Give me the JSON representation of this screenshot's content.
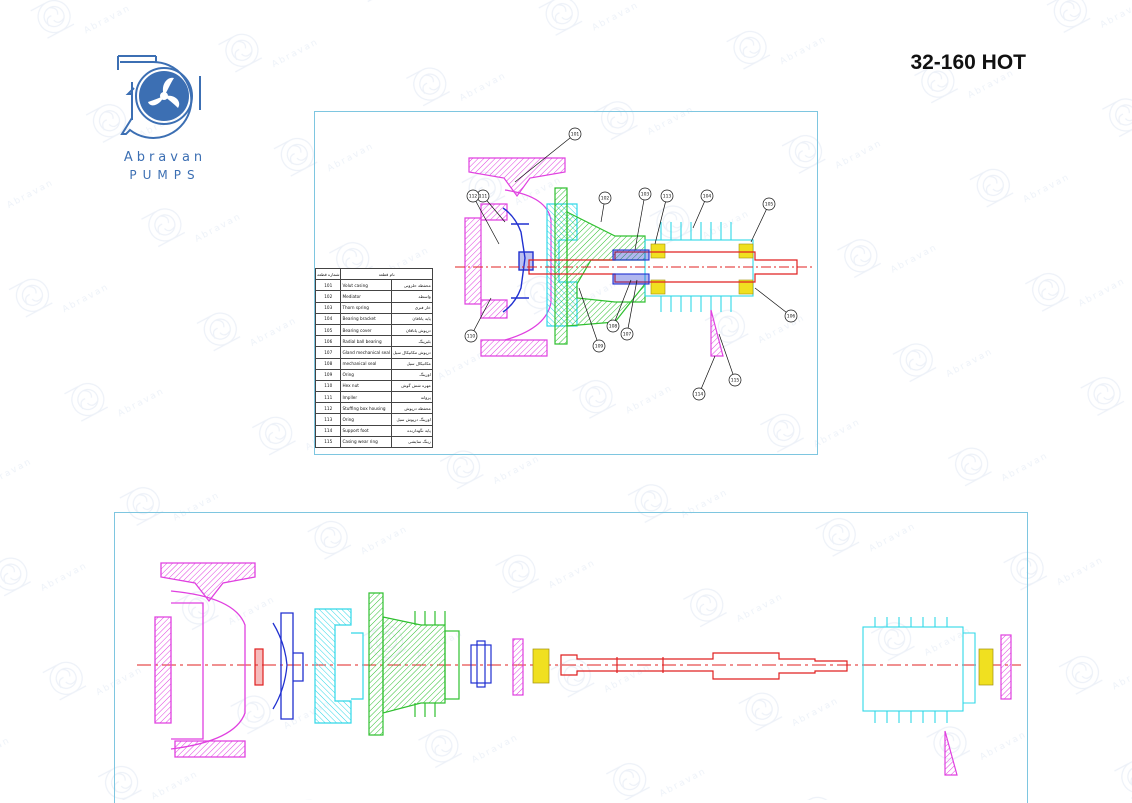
{
  "brand": {
    "name": "Abravan",
    "sub": "PUMPS"
  },
  "title": "32-160 HOT",
  "parts_table": {
    "headers": [
      "شماره قطعه",
      "نام قطعه"
    ],
    "rows": [
      {
        "no": "101",
        "en": "Volut casing",
        "fa": "محفظه حلزونی"
      },
      {
        "no": "102",
        "en": "Mediator",
        "fa": "واسطه"
      },
      {
        "no": "103",
        "en": "Thorn spring",
        "fa": "خار فنری"
      },
      {
        "no": "104",
        "en": "Bearing bracket",
        "fa": "پایه یاتاقان"
      },
      {
        "no": "105",
        "en": "Bearing cover",
        "fa": "درپوش یاتاقان"
      },
      {
        "no": "106",
        "en": "Radial ball bearing",
        "fa": "بلبرینگ"
      },
      {
        "no": "107",
        "en": "Gland mechanical seal",
        "fa": "درپوش مکانیکال سیل"
      },
      {
        "no": "108",
        "en": "mechanical seal",
        "fa": "مکانیکال سیل"
      },
      {
        "no": "109",
        "en": "Oring",
        "fa": "اورینگ"
      },
      {
        "no": "110",
        "en": "Hex nut",
        "fa": "مهره شش گوش"
      },
      {
        "no": "111",
        "en": "Impller",
        "fa": "پروانه"
      },
      {
        "no": "112",
        "en": "Stuffing box housing",
        "fa": "محفظه درپوش"
      },
      {
        "no": "113",
        "en": "Oring",
        "fa": "اورینگ درپوش سیل"
      },
      {
        "no": "114",
        "en": "Support foot",
        "fa": "پایه نگهدارنده"
      },
      {
        "no": "115",
        "en": "Casing wear ring",
        "fa": "رینگ سایشی"
      }
    ]
  },
  "callouts": [
    "101",
    "102",
    "103",
    "104",
    "105",
    "106",
    "107",
    "108",
    "109",
    "110",
    "111",
    "112",
    "113",
    "114",
    "115"
  ],
  "colors": {
    "magenta": "#e040e0",
    "blue": "#2030d0",
    "cyan": "#30d8e8",
    "green": "#30c030",
    "red": "#e02020",
    "yellow": "#f0e020",
    "frame": "#7ec6e0",
    "brand": "#3c6fb3"
  }
}
